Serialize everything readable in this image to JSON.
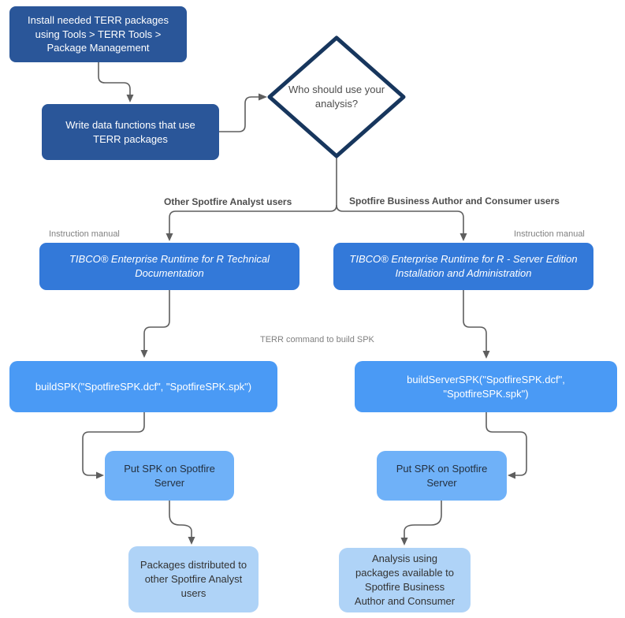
{
  "colors": {
    "dark_blue": "#2A5699",
    "medium_blue": "#3379D9",
    "bright_blue": "#4A9AF5",
    "light_blue": "#6FB1F8",
    "pale_blue": "#AFD3F7",
    "diamond_border": "#17365D",
    "connector": "#5E5E5E"
  },
  "nodes": {
    "install": {
      "label": "Install needed TERR packages using Tools > TERR Tools > Package  Management"
    },
    "write_functions": {
      "label": "Write data functions  that use TERR packages"
    },
    "decision": {
      "label": "Who should use your analysis?"
    },
    "doc_analyst": {
      "label": "TIBCO® Enterprise Runtime for R Technical Documentation"
    },
    "doc_server": {
      "label": "TIBCO® Enterprise Runtime for R - Server Edition Installation and Administration"
    },
    "build_spk": {
      "label": "buildSPK(\"SpotfireSPK.dcf\", \"SpotfireSPK.spk\")"
    },
    "build_server_spk": {
      "label": "buildServerSPK(\"SpotfireSPK.dcf\", \"SpotfireSPK.spk\")"
    },
    "put_spk_analyst": {
      "label": "Put SPK on Spotfire Server"
    },
    "put_spk_server": {
      "label": "Put SPK on Spotfire Server"
    },
    "packages_distributed": {
      "label": "Packages distributed to other Spotfire Analyst users"
    },
    "analysis_available": {
      "label": "Analysis using packages available to Spotfire Business Author and Consumer"
    }
  },
  "edge_labels": {
    "analyst_branch": "Other Spotfire Analyst users",
    "consumer_branch": "Spotfire Business Author and Consumer users",
    "instruction_manual_left": "Instruction manual",
    "instruction_manual_right": "Instruction manual",
    "terr_command": "TERR command to build SPK"
  }
}
